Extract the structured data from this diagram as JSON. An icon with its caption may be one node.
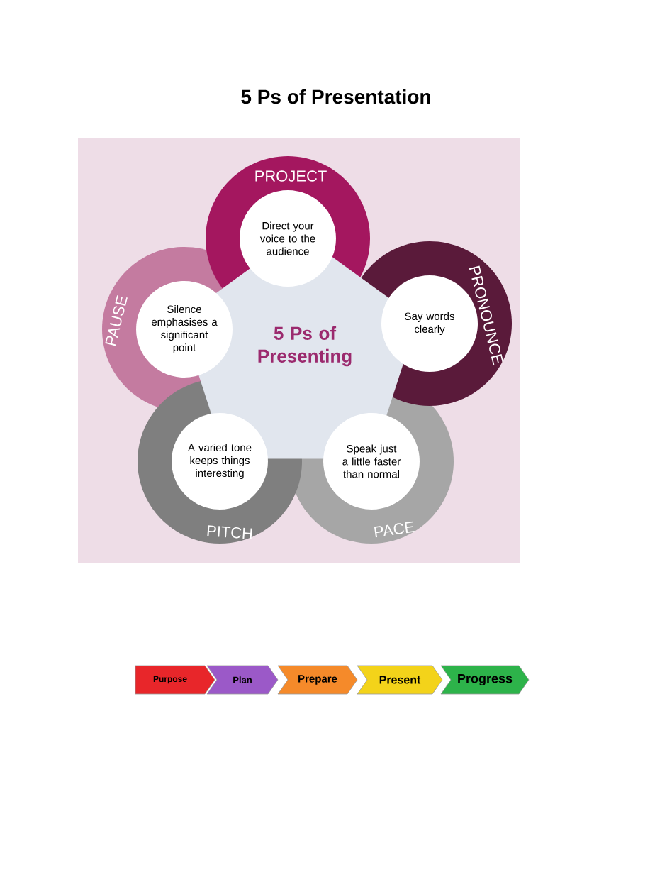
{
  "diagram": {
    "title": "5 Ps of Presentation",
    "nodes": [
      {
        "text": [
          "5 Ps of Presenting"
        ]
      },
      {
        "text": [
          "PROJECT",
          "Direct your voice to the audience"
        ]
      },
      {
        "text": [
          "PRONOUNCE",
          "Say words clearly"
        ]
      },
      {
        "text": [
          "PACE",
          "Speak just a little faster than normal"
        ]
      },
      {
        "text": [
          "PITCH",
          "A varied tone keeps things interesting"
        ]
      },
      {
        "text": [
          "PAUSE",
          "Silence emphasises a significant point"
        ]
      },
      {
        "text": [
          "Purpose"
        ]
      },
      {
        "text": [
          "Plan"
        ]
      },
      {
        "text": [
          "Prepare"
        ]
      },
      {
        "text": [
          "Present"
        ]
      },
      {
        "text": [
          "Progress"
        ]
      }
    ]
  }
}
